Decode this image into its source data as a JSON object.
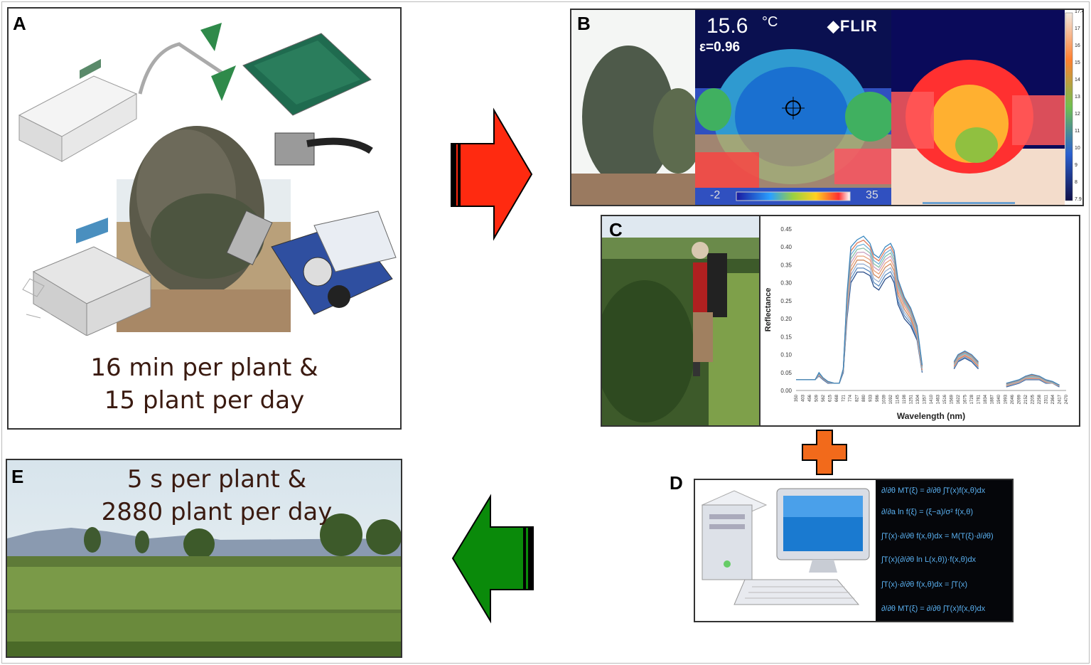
{
  "panels": {
    "a": {
      "label": "A",
      "caption_line1": "16 min per plant &",
      "caption_line2": "15 plant per day"
    },
    "b": {
      "label": "B",
      "temperature": "15.6",
      "unit": "°C",
      "emissivity": "ε=0.96",
      "brand": "FLIR",
      "scale_min": "-2",
      "scale_max": "35",
      "colorbar_ticks": [
        "17.4",
        "17",
        "16",
        "15",
        "14",
        "13",
        "12",
        "11",
        "10",
        "9",
        "8",
        "7.9"
      ]
    },
    "c": {
      "label": "C"
    },
    "d": {
      "label": "D"
    },
    "e": {
      "label": "E",
      "caption_line1": "5 s per plant &",
      "caption_line2": "2880 plant per day"
    }
  },
  "colors": {
    "red_arrow": "#ff2a10",
    "green_arrow": "#0a8a0a",
    "plus": "#f26a1b",
    "caption": "#3a1a10"
  },
  "chart_data": {
    "type": "line",
    "xlabel": "Wavelength (nm)",
    "ylabel": "Reflectance",
    "ylim": [
      0,
      0.45
    ],
    "yticks": [
      "0.00",
      "0.05",
      "0.10",
      "0.15",
      "0.20",
      "0.25",
      "0.30",
      "0.35",
      "0.40",
      "0.45"
    ],
    "xticks": [
      "350",
      "403",
      "456",
      "509",
      "562",
      "615",
      "668",
      "721",
      "774",
      "827",
      "880",
      "933",
      "986",
      "1039",
      "1092",
      "1145",
      "1198",
      "1251",
      "1304",
      "1357",
      "1410",
      "1463",
      "1516",
      "1569",
      "1622",
      "1675",
      "1728",
      "1781",
      "1834",
      "1887",
      "1940",
      "1993",
      "2046",
      "2099",
      "2152",
      "2205",
      "2258",
      "2311",
      "2364",
      "2417",
      "2470"
    ],
    "x": [
      350,
      400,
      450,
      500,
      530,
      562,
      600,
      650,
      690,
      721,
      750,
      780,
      830,
      880,
      930,
      960,
      1000,
      1050,
      1092,
      1120,
      1150,
      1200,
      1250,
      1300,
      1340,
      1350,
      1400,
      1430,
      1463,
      1560,
      1590,
      1622,
      1675,
      1728,
      1781,
      1800,
      1950,
      2000,
      2100,
      2152,
      2200,
      2260,
      2311,
      2364,
      2417,
      2450
    ],
    "series": [
      {
        "values": [
          0.03,
          0.03,
          0.03,
          0.03,
          0.04,
          0.03,
          0.02,
          0.02,
          0.02,
          0.05,
          0.2,
          0.3,
          0.33,
          0.33,
          0.32,
          0.29,
          0.28,
          0.31,
          0.32,
          0.3,
          0.24,
          0.2,
          0.18,
          0.14,
          0.05,
          null,
          null,
          null,
          null,
          null,
          0.06,
          0.08,
          0.09,
          0.08,
          0.06,
          null,
          null,
          0.01,
          0.02,
          0.03,
          0.03,
          0.03,
          0.02,
          0.02,
          0.01,
          null
        ]
      },
      {
        "values": [
          0.03,
          0.03,
          0.03,
          0.03,
          0.045,
          0.035,
          0.025,
          0.02,
          0.02,
          0.06,
          0.24,
          0.35,
          0.38,
          0.38,
          0.37,
          0.34,
          0.33,
          0.36,
          0.37,
          0.35,
          0.28,
          0.24,
          0.21,
          0.16,
          0.06,
          null,
          null,
          null,
          null,
          null,
          0.07,
          0.09,
          0.1,
          0.09,
          0.07,
          null,
          null,
          0.015,
          0.025,
          0.035,
          0.035,
          0.035,
          0.025,
          0.02,
          0.015,
          null
        ]
      },
      {
        "values": [
          0.03,
          0.03,
          0.03,
          0.03,
          0.05,
          0.035,
          0.025,
          0.02,
          0.02,
          0.06,
          0.27,
          0.4,
          0.42,
          0.43,
          0.41,
          0.38,
          0.37,
          0.4,
          0.41,
          0.39,
          0.31,
          0.26,
          0.23,
          0.18,
          0.07,
          null,
          null,
          null,
          null,
          null,
          0.08,
          0.1,
          0.11,
          0.1,
          0.08,
          null,
          null,
          0.02,
          0.03,
          0.04,
          0.045,
          0.04,
          0.03,
          0.025,
          0.015,
          null
        ]
      }
    ]
  }
}
